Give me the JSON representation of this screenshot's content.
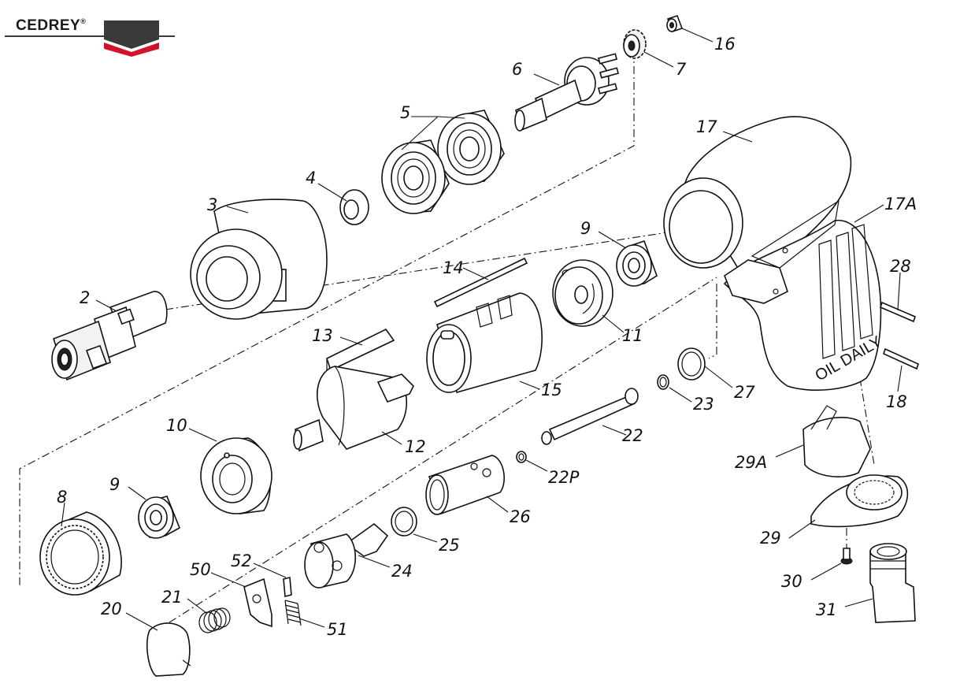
{
  "brand": {
    "name": "CEDREY",
    "registered_mark": "®",
    "colors": {
      "dark": "#3a3a3a",
      "accent": "#d0122a"
    }
  },
  "grip_text": "OIL DAILY",
  "part_labels": {
    "p16": "16",
    "p7": "7",
    "p6": "6",
    "p5": "5",
    "p4": "4",
    "p3": "3",
    "p17": "17",
    "p17A": "17A",
    "p9a": "9",
    "p14": "14",
    "p2": "2",
    "p28": "28",
    "p13": "13",
    "p11": "11",
    "p15": "15",
    "p27": "27",
    "p23": "23",
    "p18": "18",
    "p10": "10",
    "p12": "12",
    "p22": "22",
    "p29A": "29A",
    "p8": "8",
    "p9b": "9",
    "p22P": "22P",
    "p26": "26",
    "p29": "29",
    "p25": "25",
    "p52": "52",
    "p50": "50",
    "p24": "24",
    "p30": "30",
    "p21": "21",
    "p20": "20",
    "p51": "51",
    "p31": "31"
  }
}
